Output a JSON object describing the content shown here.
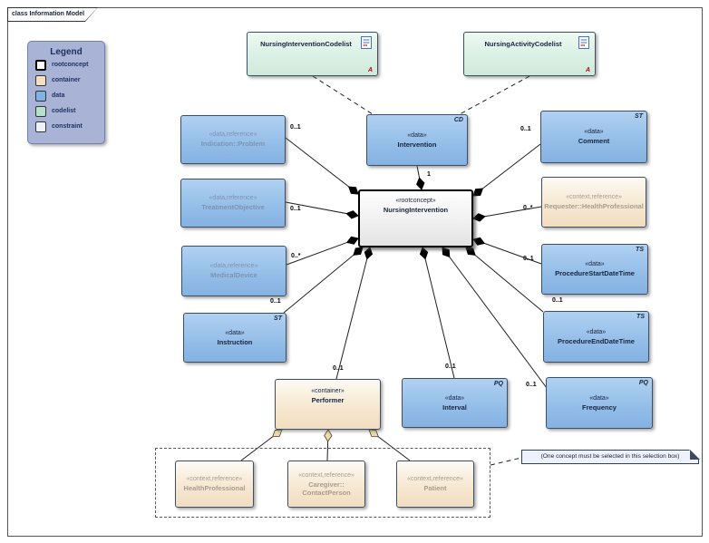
{
  "tab_label": "class Information Model",
  "legend": {
    "title": "Legend",
    "items": [
      {
        "label": "rootconcept",
        "color": "#ffffff"
      },
      {
        "label": "container",
        "color": "#f5dfc2"
      },
      {
        "label": "data",
        "color": "#7fb2e5"
      },
      {
        "label": "codelist",
        "color": "#b5e0cb"
      },
      {
        "label": "constraint",
        "color": "#eef1fb"
      }
    ]
  },
  "nodes": {
    "nursing_intervention_codelist": {
      "title": "NursingInterventionCodelist",
      "corner_letter": "A"
    },
    "nursing_activity_codelist": {
      "title": "NursingActivityCodelist",
      "corner_letter": "A"
    },
    "intervention": {
      "stereotype": "«data»",
      "title": "Intervention",
      "tag": "CD"
    },
    "indication_problem": {
      "stereotype": "«data,reference»",
      "title": "Indication::Problem"
    },
    "treatment_objective": {
      "stereotype": "«data,reference»",
      "title": "TreatmentObjective"
    },
    "medical_device": {
      "stereotype": "«data,reference»",
      "title": "MedicalDevice"
    },
    "instruction": {
      "stereotype": "«data»",
      "title": "Instruction",
      "tag": "ST"
    },
    "nursing_intervention": {
      "stereotype": "«rootconcept»",
      "title": "NursingIntervention"
    },
    "comment": {
      "stereotype": "«data»",
      "title": "Comment",
      "tag": "ST"
    },
    "requester": {
      "stereotype": "«context,reference»",
      "title": "Requester::HealthProfessional"
    },
    "procedure_start_datetime": {
      "stereotype": "«data»",
      "title": "ProcedureStartDateTime",
      "tag": "TS"
    },
    "procedure_end_datetime": {
      "stereotype": "«data»",
      "title": "ProcedureEndDateTime",
      "tag": "TS"
    },
    "performer": {
      "stereotype": "«container»",
      "title": "Performer"
    },
    "interval": {
      "stereotype": "«data»",
      "title": "Interval",
      "tag": "PQ"
    },
    "frequency": {
      "stereotype": "«data»",
      "title": "Frequency",
      "tag": "PQ"
    },
    "health_professional": {
      "stereotype": "«context,reference»",
      "title": "HealthProfessional"
    },
    "caregiver_contactperson": {
      "stereotype": "«context,reference»",
      "title": "Caregiver::",
      "title2": "ContactPerson"
    },
    "patient": {
      "stereotype": "«context,reference»",
      "title": "Patient"
    }
  },
  "multiplicities": {
    "indication": "0..1",
    "treatment": "0..1",
    "medical": "0..*",
    "instruction": "0..1",
    "intervention": "1",
    "comment": "0..1",
    "requester": "0..*",
    "procedure_start": "0..1",
    "procedure_end": "0..1",
    "performer": "0..1",
    "interval": "0..1",
    "frequency": "0..1"
  },
  "note": {
    "text": "(One concept must be selected in this selection box)"
  }
}
